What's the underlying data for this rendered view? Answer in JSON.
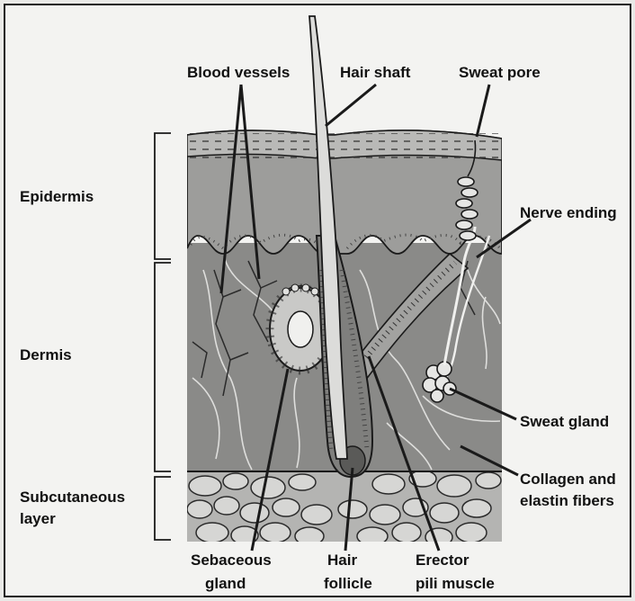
{
  "labels": {
    "blood_vessels": "Blood vessels",
    "hair_shaft": "Hair shaft",
    "sweat_pore": "Sweat pore",
    "epidermis": "Epidermis",
    "nerve_ending": "Nerve ending",
    "dermis": "Dermis",
    "sweat_gland": "Sweat gland",
    "collagen_line1": "Collagen and",
    "collagen_line2": "elastin fibers",
    "subcutaneous_line1": "Subcutaneous",
    "subcutaneous_line2": "layer",
    "sebaceous_line1": "Sebaceous",
    "sebaceous_line2": "gland",
    "hair_follicle_line1": "Hair",
    "hair_follicle_line2": "follicle",
    "erector_line1": "Erector",
    "erector_line2": "pili muscle"
  },
  "colors": {
    "epidermis_top": "#b9b9b7",
    "epidermis_mid": "#9d9d9b",
    "dermis": "#8a8a88",
    "subcutaneous": "#b4b4b2",
    "fat_cell": "#d6d6d4",
    "hair": "#d9d9d7",
    "outline": "#1a1a1a"
  }
}
